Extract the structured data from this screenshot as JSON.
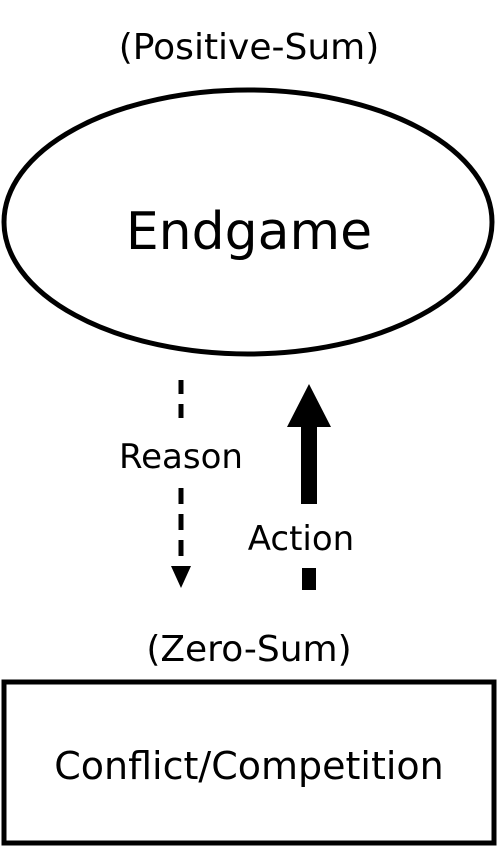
{
  "diagram": {
    "top_caption": "(Positive-Sum)",
    "ellipse_label": "Endgame",
    "down_arrow_label": "Reason",
    "up_arrow_label": "Action",
    "bottom_caption": "(Zero-Sum)",
    "box_label": "Conflict/Competition"
  },
  "colors": {
    "ink": "#000000",
    "background": "#ffffff"
  }
}
